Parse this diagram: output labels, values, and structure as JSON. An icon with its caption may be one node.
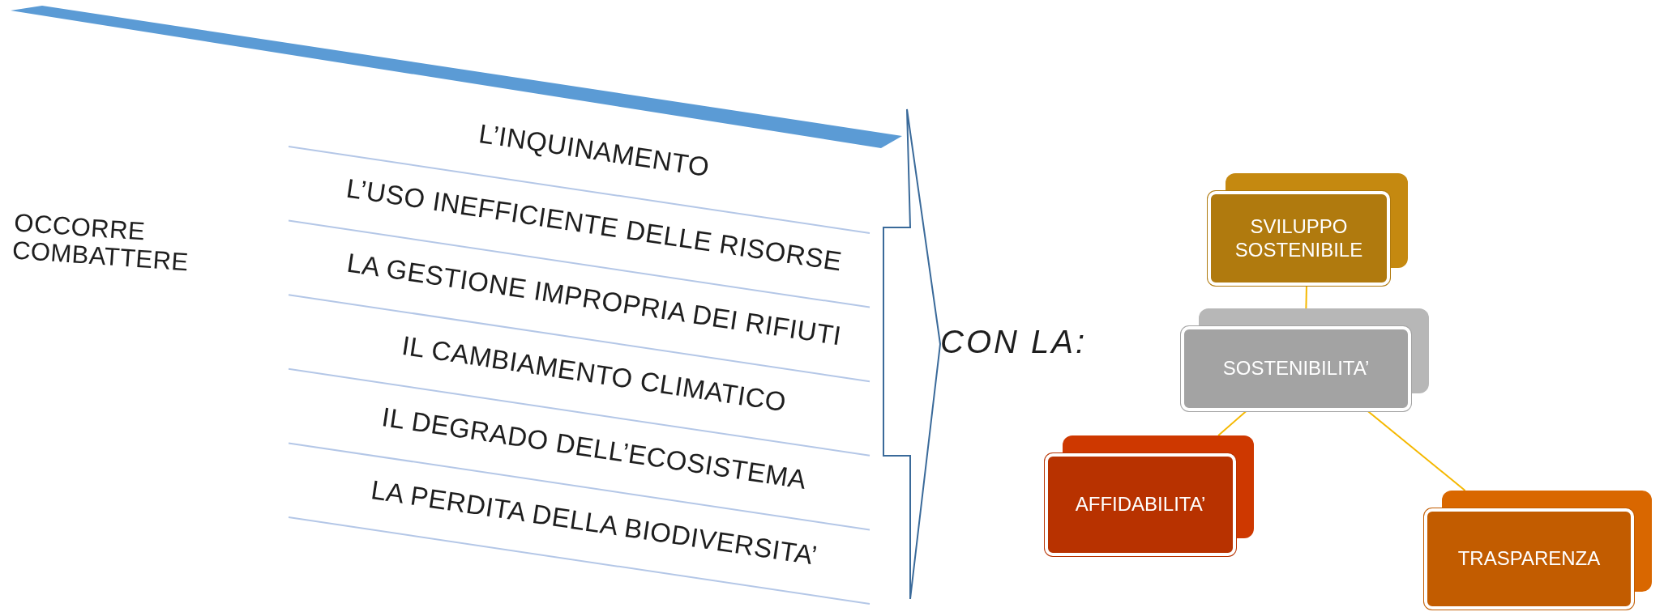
{
  "diagram": {
    "nodes": [
      {
        "text": [
          "OCCORRE COMBATTERE"
        ]
      },
      {
        "text": [
          "CON LA:"
        ]
      },
      {
        "text": [
          "SVILUPPO SOSTENIBILE"
        ]
      },
      {
        "text": [
          "SOSTENIBILITA’"
        ]
      },
      {
        "text": [
          "AFFIDABILITA’"
        ]
      },
      {
        "text": [
          "TRASPARENZA"
        ]
      }
    ],
    "edges": [
      {
        "from": null,
        "to": 1,
        "arrow": "to",
        "color": "#3a6a9a"
      },
      {
        "from": 2,
        "to": 3,
        "arrow": "none"
      },
      {
        "from": 3,
        "to": 4,
        "arrow": "none"
      },
      {
        "from": 3,
        "to": 5,
        "arrow": "none"
      }
    ],
    "labels": [
      "L’INQUINAMENTO",
      "L’USO INEFFICIENTE DELLE RISORSE",
      "LA GESTIONE IMPROPRIA DEI RIFIUTI",
      "IL CAMBIAMENTO CLIMATICO",
      "IL DEGRADO DELL’ECOSISTEMA",
      "LA PERDITA DELLA BIODIVERSITA’"
    ]
  }
}
